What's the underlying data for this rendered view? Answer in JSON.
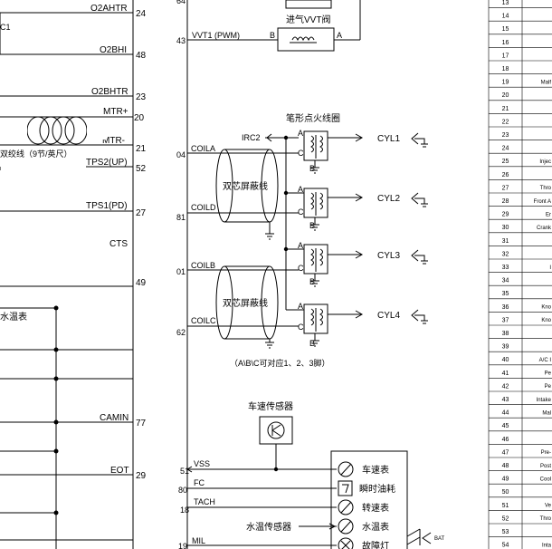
{
  "left": {
    "o2ahtr": "O2AHTR",
    "p24": "24",
    "c1": "C1",
    "o2bhi": "O2BHI",
    "p48": "48",
    "o2bhtr": "O2BHTR",
    "p23": "23",
    "mtr_plus": "MTR+",
    "p20": "20",
    "mtr_minus": "MTR-",
    "p21": "21",
    "twisted": "双绞线（9节/英尺）",
    "tps2": "TPS2(UP)",
    "p52": "52",
    "tps1": "TPS1(PD)",
    "p27": "27",
    "cts": "CTS",
    "p49": "49",
    "water_gauge": "水温表",
    "camin": "CAMIN",
    "p77": "77",
    "eot": "EOT",
    "p29": "29"
  },
  "middle": {
    "p64": "64",
    "vvt_valve": "进气VVT阀",
    "vvt1": "VVT1 (PWM)",
    "p43": "43",
    "pin_b": "B",
    "pin_a": "A",
    "coil_title": "笔形点火线圈",
    "irc2": "IRC2",
    "coila": "COILA",
    "p04": "04",
    "coild": "COILD",
    "p81": "81",
    "coilb": "COILB",
    "p01": "01",
    "coilc": "COILC",
    "p62": "62",
    "shield1": "双芯屏蔽线",
    "shield2": "双芯屏蔽线",
    "coil_pins": [
      "A",
      "C",
      "B",
      "A",
      "C",
      "B",
      "A",
      "C",
      "B",
      "A",
      "C",
      "B"
    ],
    "cyl": [
      "CYL1",
      "CYL2",
      "CYL3",
      "CYL4"
    ],
    "abc_note": "（A\\B\\C可对应1、2、3脚）",
    "speed_sensor": "车速传感器",
    "vss": "VSS",
    "p51": "51",
    "fc": "FC",
    "p80": "80",
    "tach": "TACH",
    "p18": "18",
    "temp_sensor": "水温传感器",
    "mil": "MIL",
    "p19": "19",
    "gauges": [
      "车速表",
      "瞬时油耗",
      "转速表",
      "水温表",
      "故障灯"
    ],
    "bat": "BAT"
  },
  "table": {
    "rows": [
      {
        "n": "13",
        "d": ""
      },
      {
        "n": "14",
        "d": ""
      },
      {
        "n": "15",
        "d": ""
      },
      {
        "n": "16",
        "d": ""
      },
      {
        "n": "17",
        "d": ""
      },
      {
        "n": "18",
        "d": ""
      },
      {
        "n": "19",
        "d": "Malf"
      },
      {
        "n": "20",
        "d": ""
      },
      {
        "n": "21",
        "d": ""
      },
      {
        "n": "22",
        "d": ""
      },
      {
        "n": "23",
        "d": ""
      },
      {
        "n": "24",
        "d": ""
      },
      {
        "n": "25",
        "d": "Injec"
      },
      {
        "n": "26",
        "d": ""
      },
      {
        "n": "27",
        "d": "Thro"
      },
      {
        "n": "28",
        "d": "Front A"
      },
      {
        "n": "29",
        "d": "Er"
      },
      {
        "n": "30",
        "d": "Crank"
      },
      {
        "n": "31",
        "d": ""
      },
      {
        "n": "32",
        "d": ""
      },
      {
        "n": "33",
        "d": "I"
      },
      {
        "n": "34",
        "d": ""
      },
      {
        "n": "35",
        "d": ""
      },
      {
        "n": "36",
        "d": "Kno"
      },
      {
        "n": "37",
        "d": "Kno"
      },
      {
        "n": "38",
        "d": ""
      },
      {
        "n": "39",
        "d": ""
      },
      {
        "n": "40",
        "d": "A/C I"
      },
      {
        "n": "41",
        "d": "Pe"
      },
      {
        "n": "42",
        "d": "Pe"
      },
      {
        "n": "43",
        "d": "Intake"
      },
      {
        "n": "44",
        "d": "Mal"
      },
      {
        "n": "45",
        "d": ""
      },
      {
        "n": "46",
        "d": ""
      },
      {
        "n": "47",
        "d": "Pre-"
      },
      {
        "n": "48",
        "d": "Post"
      },
      {
        "n": "49",
        "d": "Cool"
      },
      {
        "n": "50",
        "d": ""
      },
      {
        "n": "51",
        "d": "Ve"
      },
      {
        "n": "52",
        "d": "Thro"
      },
      {
        "n": "53",
        "d": ""
      },
      {
        "n": "54",
        "d": "Inta"
      }
    ]
  }
}
